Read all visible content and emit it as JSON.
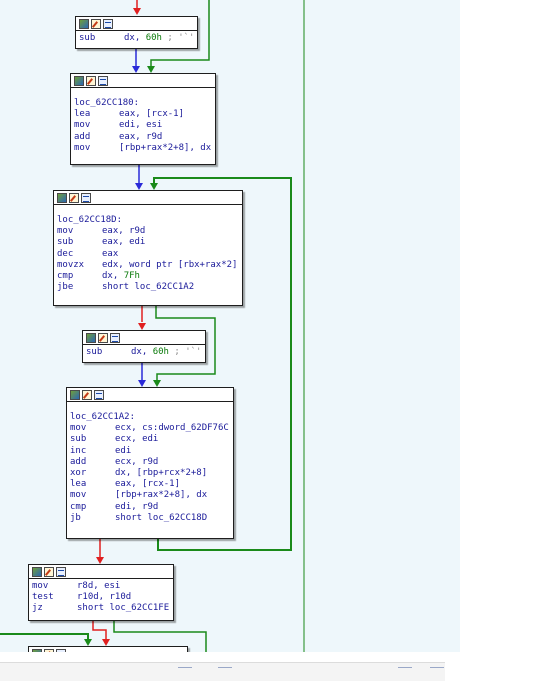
{
  "colors": {
    "background": "#eef7fb",
    "text": "#1a1a99",
    "number": "#0a7a0a",
    "comment": "#888888",
    "edge_true": "#1a8a1a",
    "edge_false": "#e02020",
    "edge_jump": "#2a2ad8"
  },
  "header_icons": [
    "graph-icon",
    "pencil-icon",
    "nodes-icon"
  ],
  "blocks": [
    {
      "id": "b1",
      "lines": [
        {
          "m": "sub",
          "o": "dx, ",
          "n": "60h",
          "c": " ; '`'"
        }
      ]
    },
    {
      "id": "b2",
      "label": "loc_62CC180:",
      "lines": [
        {
          "m": "lea",
          "o": "eax, [rcx-1]"
        },
        {
          "m": "mov",
          "o": "edi, esi"
        },
        {
          "m": "add",
          "o": "eax, r9d"
        },
        {
          "m": "mov",
          "o": "[rbp+rax*2+8], dx"
        }
      ]
    },
    {
      "id": "b3",
      "label": "loc_62CC18D:",
      "lines": [
        {
          "m": "mov",
          "o": "eax, r9d"
        },
        {
          "m": "sub",
          "o": "eax, edi"
        },
        {
          "m": "dec",
          "o": "eax"
        },
        {
          "m": "movzx",
          "o": "edx, word ptr [rbx+rax*2]"
        },
        {
          "m": "cmp",
          "o": "dx, ",
          "n": "7Fh"
        },
        {
          "m": "jbe",
          "o": "short loc_62CC1A2"
        }
      ]
    },
    {
      "id": "b4",
      "lines": [
        {
          "m": "sub",
          "o": "dx, ",
          "n": "60h",
          "c": " ; '`'"
        }
      ]
    },
    {
      "id": "b5",
      "label": "loc_62CC1A2:",
      "lines": [
        {
          "m": "mov",
          "o": "ecx, cs:dword_62DF76C"
        },
        {
          "m": "sub",
          "o": "ecx, edi"
        },
        {
          "m": "inc",
          "o": "edi"
        },
        {
          "m": "add",
          "o": "ecx, r9d"
        },
        {
          "m": "xor",
          "o": "dx, [rbp+rcx*2+8]"
        },
        {
          "m": "lea",
          "o": "eax, [rcx-1]"
        },
        {
          "m": "mov",
          "o": "[rbp+rax*2+8], dx"
        },
        {
          "m": "cmp",
          "o": "edi, r9d"
        },
        {
          "m": "jb",
          "o": "short loc_62CC18D"
        }
      ]
    },
    {
      "id": "b6",
      "lines": [
        {
          "m": "mov",
          "o": "r8d, esi"
        },
        {
          "m": "test",
          "o": "r10d, r10d"
        },
        {
          "m": "jz",
          "o": "short loc_62CC1FE"
        }
      ]
    },
    {
      "id": "b7",
      "lines": []
    }
  ]
}
